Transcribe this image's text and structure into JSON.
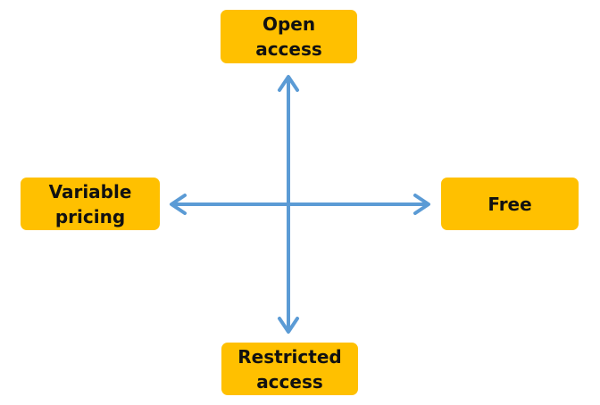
{
  "diagram": {
    "top_label": "Open\naccess",
    "bottom_label": "Restricted\naccess",
    "left_label": "Variable\npricing",
    "right_label": "Free",
    "box_color": "#ffc000",
    "arrow_color": "#5b9bd5"
  }
}
